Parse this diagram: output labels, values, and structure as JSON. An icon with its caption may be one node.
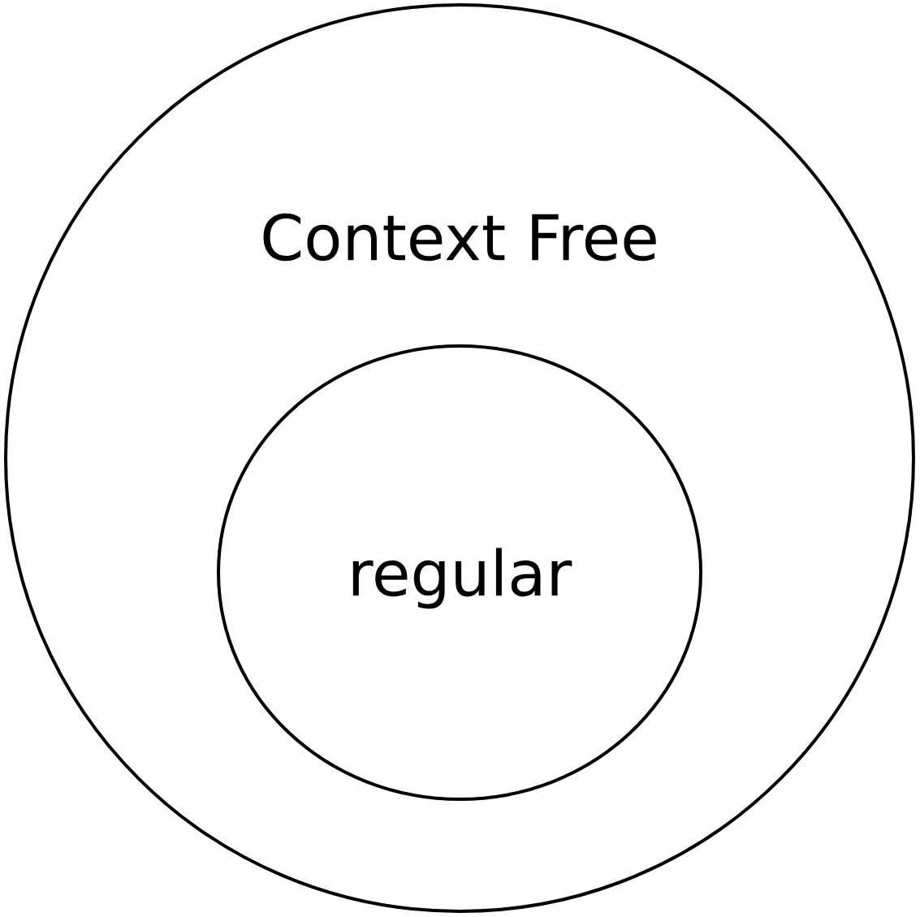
{
  "diagram": {
    "nodes": [
      {
        "text": [
          "Context Free"
        ]
      },
      {
        "text": [
          "regular"
        ],
        "in": 0
      }
    ]
  }
}
